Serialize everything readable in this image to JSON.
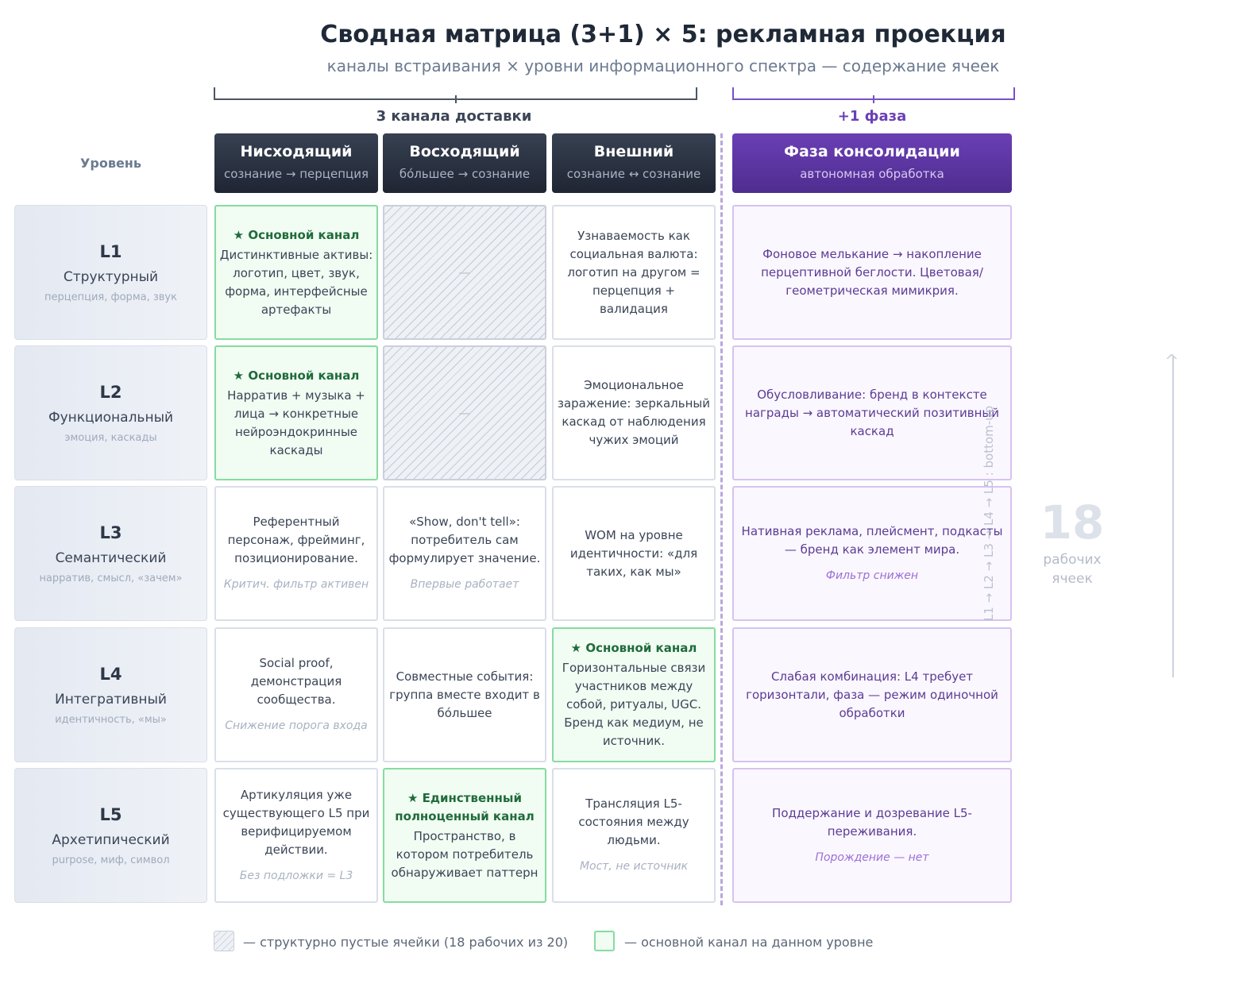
{
  "title": "Сводная матрица (3+1) × 5: рекламная проекция",
  "subtitle": "каналы встраивания × уровни информационного спектра — содержание ячеек",
  "groups": {
    "delivery": "3 канала доставки",
    "phase": "+1 фаза"
  },
  "level_header": "Уровень",
  "columns": [
    {
      "title": "Нисходящий",
      "subtitle": "сознание → перцепция"
    },
    {
      "title": "Восходящий",
      "subtitle": "бо́льшее → сознание"
    },
    {
      "title": "Внешний",
      "subtitle": "сознание ↔ сознание"
    },
    {
      "title": "Фаза консолидации",
      "subtitle": "автономная обработка"
    }
  ],
  "levels": [
    {
      "code": "L1",
      "name": "Структурный",
      "sub": "перцепция, форма, звук"
    },
    {
      "code": "L2",
      "name": "Функциональный",
      "sub": "эмоция, каскады"
    },
    {
      "code": "L3",
      "name": "Семантический",
      "sub": "нарратив, смысл, «зачем»"
    },
    {
      "code": "L4",
      "name": "Интегративный",
      "sub": "идентичность, «мы»"
    },
    {
      "code": "L5",
      "name": "Архетипический",
      "sub": "purpose, миф, символ"
    }
  ],
  "cells": [
    [
      {
        "badge": "★ Основной канал",
        "text": "Дистинктивные активы: логотип, цвет, звук, форма, интерфейсные артефакты",
        "note": ""
      },
      {
        "badge": "",
        "text": "—",
        "note": ""
      },
      {
        "badge": "",
        "text": "Узнаваемость как социальная валюта: логотип на другом = перцепция + валидация",
        "note": ""
      },
      {
        "badge": "",
        "text": "Фоновое мелькание → накопление перцептивной беглости. Цветовая/геометрическая мимикрия.",
        "note": ""
      }
    ],
    [
      {
        "badge": "★ Основной канал",
        "text": "Нарратив + музыка + лица → конкретные нейроэндокринные каскады",
        "note": ""
      },
      {
        "badge": "",
        "text": "—",
        "note": ""
      },
      {
        "badge": "",
        "text": "Эмоциональное заражение: зеркальный каскад от наблюдения чужих эмоций",
        "note": ""
      },
      {
        "badge": "",
        "text": "Обусловливание: бренд в контексте награды → автоматический позитивный каскад",
        "note": ""
      }
    ],
    [
      {
        "badge": "",
        "text": "Референтный персонаж, фрейминг, позиционирование.",
        "note": "Критич. фильтр активен"
      },
      {
        "badge": "",
        "text": "«Show, don't tell»: потребитель сам формулирует значение.",
        "note": "Впервые работает"
      },
      {
        "badge": "",
        "text": "WOM на уровне идентичности: «для таких, как мы»",
        "note": ""
      },
      {
        "badge": "",
        "text": "Нативная реклама, плейсмент, подкасты — бренд как элемент мира.",
        "note": "Фильтр снижен"
      }
    ],
    [
      {
        "badge": "",
        "text": "Social proof, демонстрация сообщества.",
        "note": "Снижение порога входа"
      },
      {
        "badge": "",
        "text": "Совместные события: группа вместе входит в бо́льшее",
        "note": ""
      },
      {
        "badge": "★ Основной канал",
        "text": "Горизонтальные связи участников между собой, ритуалы, UGC. Бренд как медиум, не источник.",
        "note": ""
      },
      {
        "badge": "",
        "text": "Слабая комбинация: L4 требует горизонтали, фаза — режим одиночной обработки",
        "note": ""
      }
    ],
    [
      {
        "badge": "",
        "text": "Артикуляция уже существующего L5 при верифицируемом действии.",
        "note": "Без подложки = L3"
      },
      {
        "badge": "★ Единственный полноценный канал",
        "text": "Пространство, в котором потребитель обнаруживает паттерн",
        "note": ""
      },
      {
        "badge": "",
        "text": "Трансляция L5-состояния между людьми.",
        "note": "Мост, не источник"
      },
      {
        "badge": "",
        "text": "Поддержание и дозревание L5-переживания.",
        "note": "Порождение — нет"
      }
    ]
  ],
  "cell_kinds": [
    [
      "main",
      "empty",
      "normal",
      "phase"
    ],
    [
      "main",
      "empty",
      "normal",
      "phase"
    ],
    [
      "normal",
      "normal",
      "normal",
      "phase"
    ],
    [
      "normal",
      "normal",
      "main",
      "phase"
    ],
    [
      "normal",
      "main",
      "normal",
      "phase"
    ]
  ],
  "direction_label": "L1 → L2 → L3 → L4 → L5 : bottom-up",
  "work_count": {
    "value": "18",
    "label": "рабочих ячеек"
  },
  "legend": {
    "empty": "— структурно пустые ячейки (18 рабочих из 20)",
    "main": "— основной канал на данном уровне"
  },
  "colors": {
    "header_dark": "#1f2533",
    "phase_purple": "#5b3399",
    "main_border": "#86dca0",
    "phase_border": "#d7c2f0"
  }
}
